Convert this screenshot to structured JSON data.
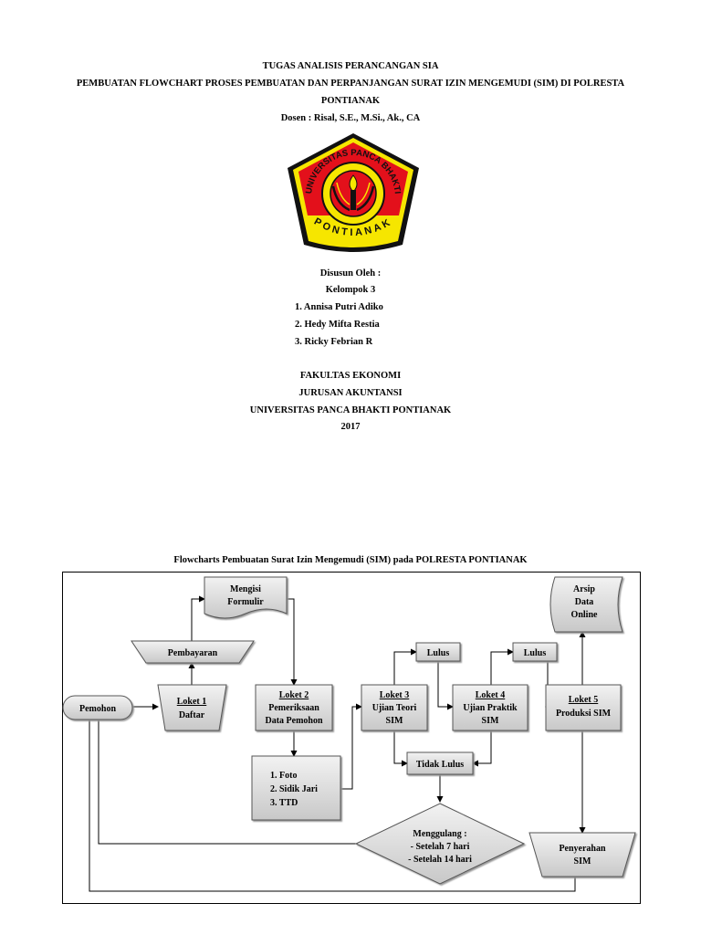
{
  "header": {
    "line1": "TUGAS ANALISIS PERANCANGAN SIA",
    "line2": "PEMBUATAN FLOWCHART PROSES PEMBUATAN DAN PERPANJANGAN SURAT IZIN MENGEMUDI (SIM) DI POLRESTA",
    "line3": "PONTIANAK",
    "dosen": "Dosen : Risal, S.E., M.Si., Ak., CA"
  },
  "logo": {
    "text_top": "UNIVERSITAS PANCA BHAKTI",
    "text_bottom": "PONTIANAK",
    "colors": {
      "red": "#e3101b",
      "yellow": "#f6e600",
      "black": "#111111"
    }
  },
  "authors": {
    "label": "Disusun Oleh :",
    "group": "Kelompok 3",
    "members": [
      "1.  Annisa Putri Adiko",
      "2.  Hedy Mifta Restia",
      "3.  Ricky Febrian R"
    ]
  },
  "institution": {
    "faculty": "FAKULTAS EKONOMI",
    "department": "JURUSAN AKUNTANSI",
    "university": "UNIVERSITAS PANCA BHAKTI PONTIANAK",
    "year": "2017"
  },
  "flowchart": {
    "title": "Flowcharts Pembuatan Surat Izin Mengemudi (SIM) pada POLRESTA PONTIANAK",
    "pemohon": "Pemohon",
    "loket1": {
      "title": "Loket 1",
      "sub": "Daftar"
    },
    "pembayaran": "Pembayaran",
    "mengisi": {
      "l1": "Mengisi",
      "l2": "Formulir"
    },
    "loket2": {
      "title": "Loket 2",
      "l1": "Pemeriksaan",
      "l2": "Data Pemohon"
    },
    "requirements": [
      "1.   Foto",
      "2.   Sidik Jari",
      "3.   TTD"
    ],
    "loket3": {
      "title": "Loket 3",
      "l1": "Ujian Teori",
      "l2": "SIM"
    },
    "lulus1": "Lulus",
    "loket4": {
      "title": "Loket 4",
      "l1": "Ujian Praktik",
      "l2": "SIM"
    },
    "lulus2": "Lulus",
    "tidak_lulus": "Tidak Lulus",
    "menggulang": {
      "l1": "Menggulang :",
      "l2": "- Setelah 7 hari",
      "l3": "- Setelah 14 hari"
    },
    "loket5": {
      "title": "Loket 5",
      "l1": "Produksi SIM"
    },
    "arsip": {
      "l1": "Arsip",
      "l2": "Data",
      "l3": "Online"
    },
    "penyerahan": {
      "l1": "Penyerahan",
      "l2": "SIM"
    }
  }
}
